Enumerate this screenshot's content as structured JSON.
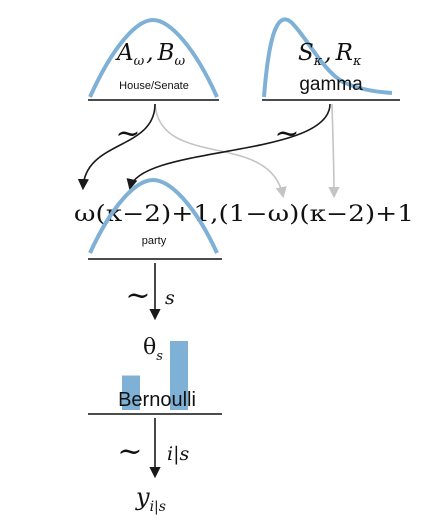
{
  "colors": {
    "curve": "#7fb1d6",
    "bar": "#7fb1d6",
    "arrow_dark": "#1a1a1a",
    "arrow_light": "#c4c4c4",
    "line": "#111111",
    "text": "#111111"
  },
  "prior_omega": {
    "A": "A",
    "B": "B",
    "sub": "ω",
    "comma": ",",
    "caption": "House/Senate"
  },
  "prior_kappa": {
    "S": "S",
    "R": "R",
    "sub": "κ",
    "comma": ",",
    "caption": "gamma"
  },
  "tilde_left": "~",
  "tilde_right": "~",
  "beta_formula": {
    "text": "ω(κ−2)+1,(1−ω)(κ−2)+1"
  },
  "beta_dist": {
    "caption": "party"
  },
  "step_s": {
    "tilde": "~",
    "label": "s"
  },
  "theta": {
    "symbol": "θ",
    "sub": "s"
  },
  "bernoulli": {
    "caption": "Bernoulli",
    "bars": [
      0.3,
      0.6
    ]
  },
  "step_i": {
    "tilde": "~",
    "label": "i|s"
  },
  "y": {
    "symbol": "y",
    "sub": "i|s"
  }
}
